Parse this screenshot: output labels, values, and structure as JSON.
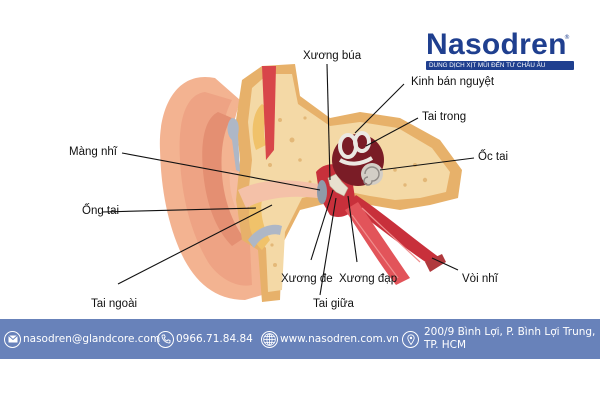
{
  "brand": {
    "name": "Nasodren",
    "registered_mark": "®",
    "tagline": "DUNG DỊCH XỊT MŨI ĐẾN TỪ CHÂU ÂU",
    "color": "#1f3f8f"
  },
  "diagram": {
    "subject": "ear anatomy cross-section",
    "labels": {
      "malleus": "Xương búa",
      "semicircular_canals": "Kinh bán nguyệt",
      "inner_ear": "Tai trong",
      "cochlea": "Ốc tai",
      "eardrum": "Màng nhĩ",
      "ear_canal": "Ống tai",
      "outer_ear": "Tai ngoài",
      "incus": "Xương đe",
      "stapes": "Xương đạp",
      "middle_ear": "Tai giữa",
      "eustachian_tube": "Vòi nhĩ"
    }
  },
  "footer": {
    "background": "#6882ba",
    "email_icon": "envelope-icon",
    "email": "nasodren@glandcore.com",
    "phone_icon": "phone-icon",
    "phone": "0966.71.84.84",
    "web_icon": "globe-icon",
    "website": "www.nasodren.com.vn",
    "location_icon": "location-pin-icon",
    "address_line1": "200/9 Bình Lợi, P. Bình Lợi Trung,",
    "address_line2": "TP. HCM"
  }
}
